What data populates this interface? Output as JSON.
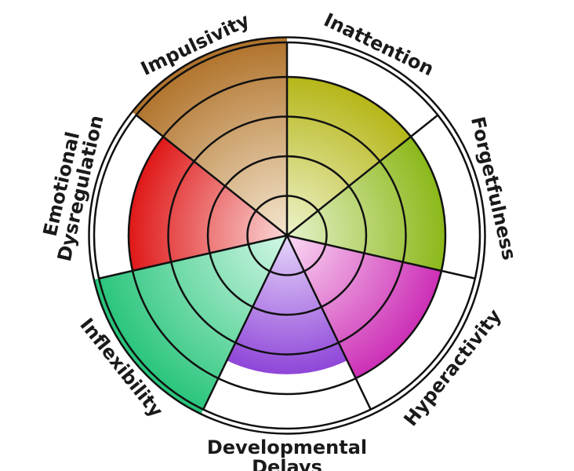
{
  "chart_data": {
    "type": "radial-segment",
    "max": 5,
    "rings": 5,
    "grid": true,
    "segments": [
      {
        "name": "Inattention",
        "label_lines": [
          "Inattention"
        ],
        "value": 4,
        "color": "#b6b619",
        "center_color": "#eef3cb"
      },
      {
        "name": "Forgetfulness",
        "label_lines": [
          "Forgetfulness"
        ],
        "value": 4,
        "color": "#8cb81a",
        "center_color": "#e6f2cb"
      },
      {
        "name": "Hyperactivity",
        "label_lines": [
          "Hyperactivity"
        ],
        "value": 4,
        "color": "#cc2fb6",
        "center_color": "#fbdaf3"
      },
      {
        "name": "Developmental Delays",
        "label_lines": [
          "Developmental",
          "Delays"
        ],
        "value": 3.5,
        "color": "#8f46d8",
        "center_color": "#e6d6fb"
      },
      {
        "name": "Inflexibility",
        "label_lines": [
          "Inflexibility"
        ],
        "value": 5,
        "color": "#27c47a",
        "center_color": "#d3f7e6"
      },
      {
        "name": "Emotional Dysregulation",
        "label_lines": [
          "Emotional",
          "Dysregulation"
        ],
        "value": 4,
        "color": "#e01818",
        "center_color": "#fad8d8"
      },
      {
        "name": "Impulsivity",
        "label_lines": [
          "Impulsivity"
        ],
        "value": 5,
        "color": "#b0722a",
        "center_color": "#f5e7d0"
      }
    ]
  }
}
